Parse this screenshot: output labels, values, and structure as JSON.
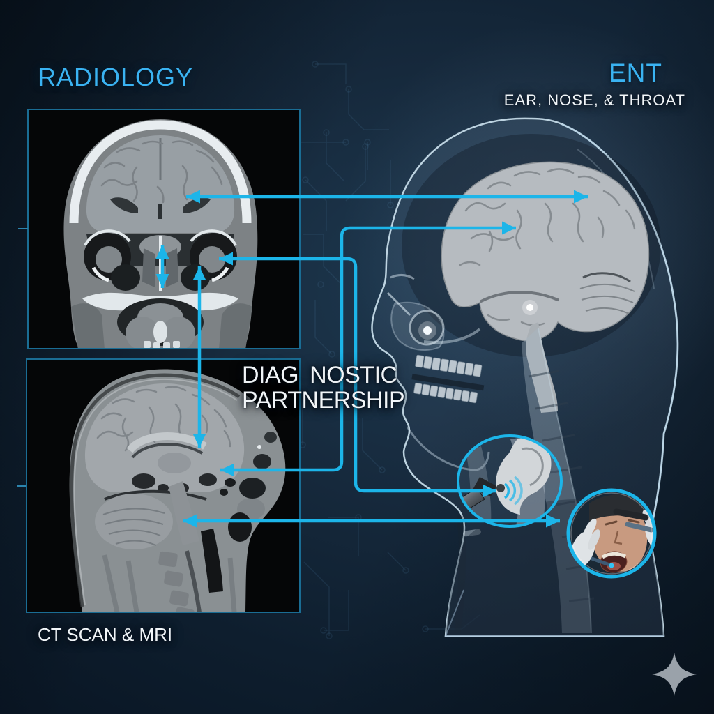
{
  "header": {
    "left_title": "RADIOLOGY",
    "right_title": "ENT",
    "right_subtitle": "EAR, NOSE, & THROAT"
  },
  "center_label": {
    "line1_left": "DIAG",
    "line1_right": "NOSTIC",
    "line2": "PARTNERSHIP"
  },
  "captions": {
    "scans": "CT SCAN & MRI"
  },
  "figures": {
    "ct_scan": "ct-coronal-head-scan",
    "mri_scan": "mri-sagittal-head-scan",
    "head_profile": "xray-head-profile",
    "ear_inset": "otoscope-ear-exam",
    "mouth_inset": "throat-exam-photo",
    "sparkle": "four-point-star"
  },
  "colors": {
    "accent_cyan": "#1cb5e9",
    "title_blue": "#3ab3f2",
    "text_white": "#f1f5f8",
    "frame_teal": "#1a6d94",
    "bg_dark": "#091523",
    "bg_mid": "#16293c",
    "sparkle_gray": "#9aa2aa"
  }
}
